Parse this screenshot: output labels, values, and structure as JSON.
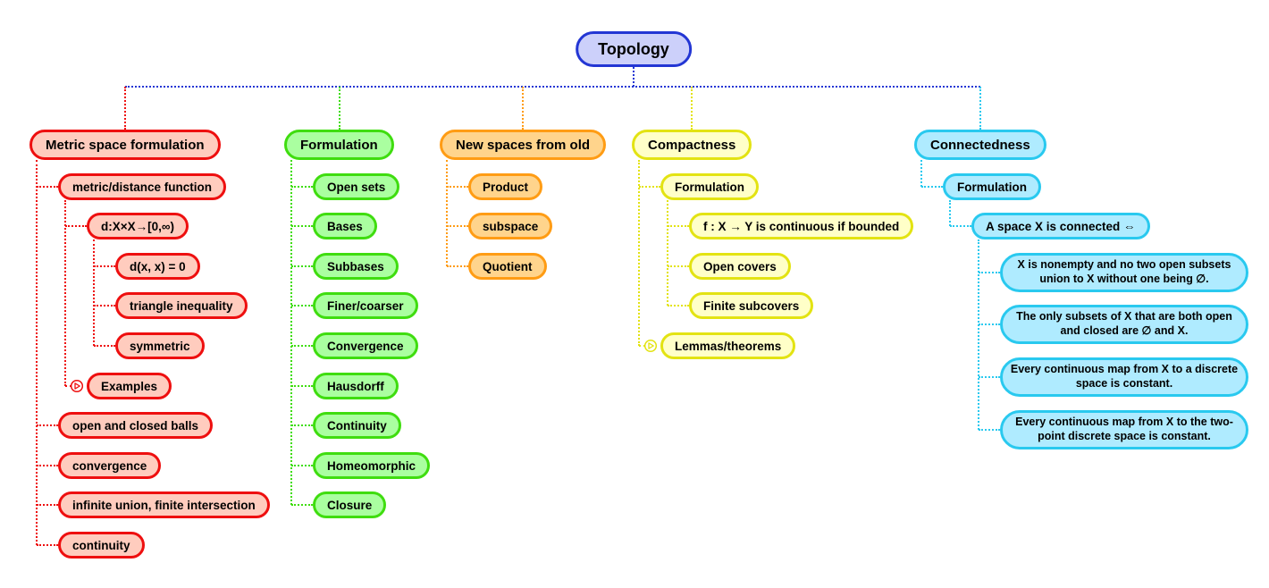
{
  "background": "#ffffff",
  "root": {
    "label": "Topology",
    "border": "#2336d4",
    "fill": "#ccd0fa",
    "line": "#2336d4"
  },
  "branches": [
    {
      "label": "Metric space formulation",
      "border": "#ee0f0f",
      "fill": "#ffccbe",
      "children": [
        {
          "label": "metric/distance function",
          "children": [
            {
              "label": "d:X×X→[0,∞)",
              "children": [
                {
                  "label": "d(x, x) = 0"
                },
                {
                  "label": "triangle inequality"
                },
                {
                  "label": "symmetric"
                }
              ]
            },
            {
              "label": "Examples",
              "icon": "expander-icon"
            }
          ]
        },
        {
          "label": "open and closed balls"
        },
        {
          "label": "convergence"
        },
        {
          "label": "infinite union, finite intersection"
        },
        {
          "label": "continuity"
        }
      ]
    },
    {
      "label": "Formulation",
      "border": "#3fdd0f",
      "fill": "#aaffa0",
      "children": [
        {
          "label": "Open sets"
        },
        {
          "label": "Bases"
        },
        {
          "label": "Subbases"
        },
        {
          "label": "Finer/coarser"
        },
        {
          "label": "Convergence"
        },
        {
          "label": "Hausdorff"
        },
        {
          "label": "Continuity"
        },
        {
          "label": "Homeomorphic"
        },
        {
          "label": "Closure"
        }
      ]
    },
    {
      "label": "New spaces from old",
      "border": "#ff9c14",
      "fill": "#ffd48c",
      "children": [
        {
          "label": "Product"
        },
        {
          "label": "subspace"
        },
        {
          "label": "Quotient"
        }
      ]
    },
    {
      "label": "Compactness",
      "border": "#e3e312",
      "fill": "#ffffc8",
      "children": [
        {
          "label": "Formulation",
          "children": [
            {
              "label": "f : X → Y is continuous if bounded"
            },
            {
              "label": "Open covers"
            },
            {
              "label": "Finite subcovers"
            }
          ]
        },
        {
          "label": "Lemmas/theorems",
          "icon": "expander-icon"
        }
      ]
    },
    {
      "label": "Connectedness",
      "border": "#29c9ef",
      "fill": "#afebff",
      "children": [
        {
          "label": "Formulation",
          "children": [
            {
              "label": "A space X is connected ⇔",
              "children": [
                {
                  "label": "X is nonempty and no two open subsets union to X without one being ∅."
                },
                {
                  "label": "The only subsets of X that are both open and closed are ∅ and X."
                },
                {
                  "label": "Every continuous map from X to a discrete space is constant."
                },
                {
                  "label": "Every continuous map from X to the two-point discrete space is constant."
                }
              ]
            }
          ]
        }
      ]
    }
  ]
}
